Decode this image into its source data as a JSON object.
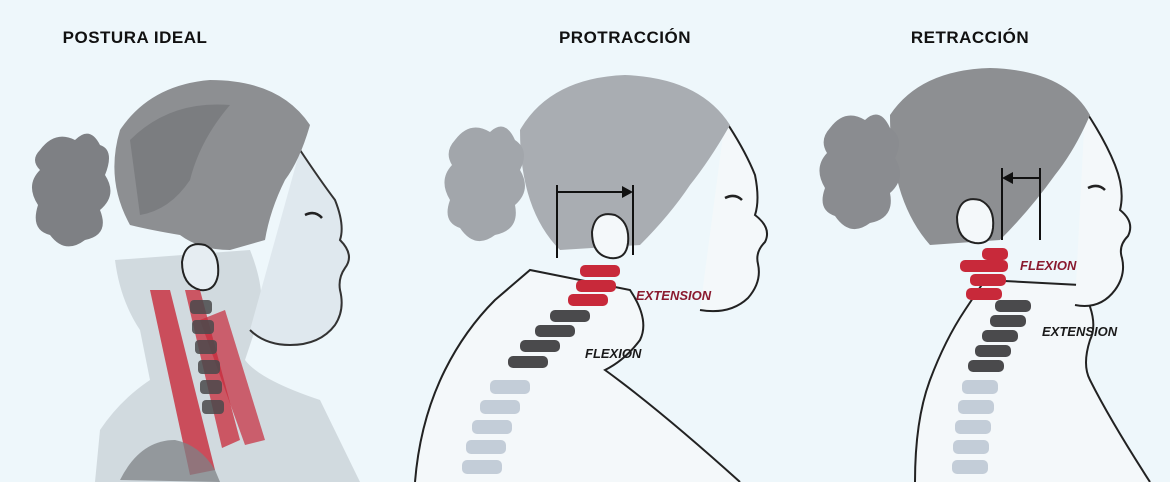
{
  "panels": [
    {
      "title": "POSTURA IDEAL"
    },
    {
      "title": "PROTRACCIÓN",
      "label_red": "EXTENSION",
      "label_dark": "FLEXION"
    },
    {
      "title": "RETRACCIÓN",
      "label_red": "FLEXION",
      "label_dark": "EXTENSION"
    }
  ],
  "colors": {
    "background": "#eef7fb",
    "hair": "#8d8f92",
    "hair_dark": "#6f7174",
    "outline": "#222222",
    "red_vertebrae": "#c8293a",
    "dark_vertebrae": "#4a4a4c",
    "light_vertebrae": "#c3cdd8",
    "label_red": "#8a1a2f",
    "label_dark": "#1a1a1a"
  }
}
